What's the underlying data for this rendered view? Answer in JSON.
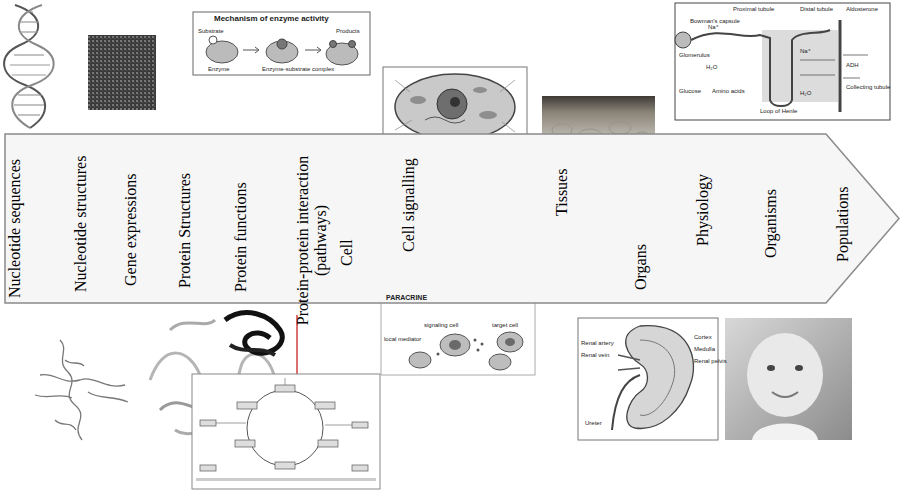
{
  "diagram": {
    "nodes": [
      {
        "text": [
          "Nucleotide sequences",
          "Nucleotide structures",
          "Gene expressions",
          "Protein Structures",
          "Protein functions",
          "Protein-protein interaction (pathways)",
          "Cell",
          "Cell signalling",
          "Tissues",
          "Organs",
          "Physiology",
          "Organisms",
          "Populations"
        ]
      }
    ],
    "labels": [
      "Mechanism of enzyme activity",
      "Substrate",
      "Products",
      "Enzyme",
      "Enzyme-substrate complex",
      "Bowman's capsule",
      "Glomerulus",
      "Proximal tubule",
      "Glucose",
      "Amino acids",
      "Distal tubule",
      "Aldosterone",
      "ADH",
      "Collecting tubule",
      "Loop of Henle",
      "PARACRINE",
      "signaling cell",
      "target cell",
      "local mediator",
      "Renal artery",
      "Renal vein",
      "Ureter",
      "Cortex",
      "Medulla",
      "Renal pelvis",
      "Na⁺",
      "H₂O",
      "Na⁺",
      "H₂O"
    ]
  }
}
